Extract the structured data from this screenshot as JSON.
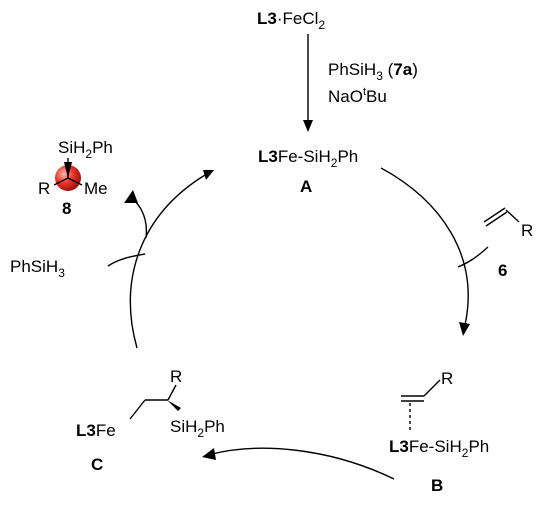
{
  "precatalyst": {
    "bold": "L3",
    "dot": "·",
    "rest": "FeCl",
    "sub": "2"
  },
  "reagents": {
    "line1_a": "PhSiH",
    "line1_sub": "3",
    "line1_b": " (",
    "line1_bold": "7a",
    "line1_c": ")",
    "line2_a": "NaO",
    "line2_sup": "t",
    "line2_b": "Bu"
  },
  "species_A": {
    "bold": "L3",
    "a": "Fe-SiH",
    "sub": "2",
    "b": "Ph",
    "label": "A"
  },
  "alkene": {
    "r": "R",
    "label": "6"
  },
  "species_B": {
    "r": "R",
    "bold": "L3",
    "a": "Fe-SiH",
    "sub": "2",
    "b": "Ph",
    "label": "B"
  },
  "species_C": {
    "bold": "L3",
    "fe": "Fe",
    "r": "R",
    "si_a": "SiH",
    "si_sub": "2",
    "si_b": "Ph",
    "label": "C"
  },
  "product_8": {
    "si_a": "SiH",
    "si_sub": "2",
    "si_b": "Ph",
    "r": "R",
    "me": "Me",
    "label": "8"
  },
  "silane_in": {
    "a": "PhSiH",
    "sub": "3"
  },
  "colors": {
    "stereocenter": "#e8332c"
  }
}
